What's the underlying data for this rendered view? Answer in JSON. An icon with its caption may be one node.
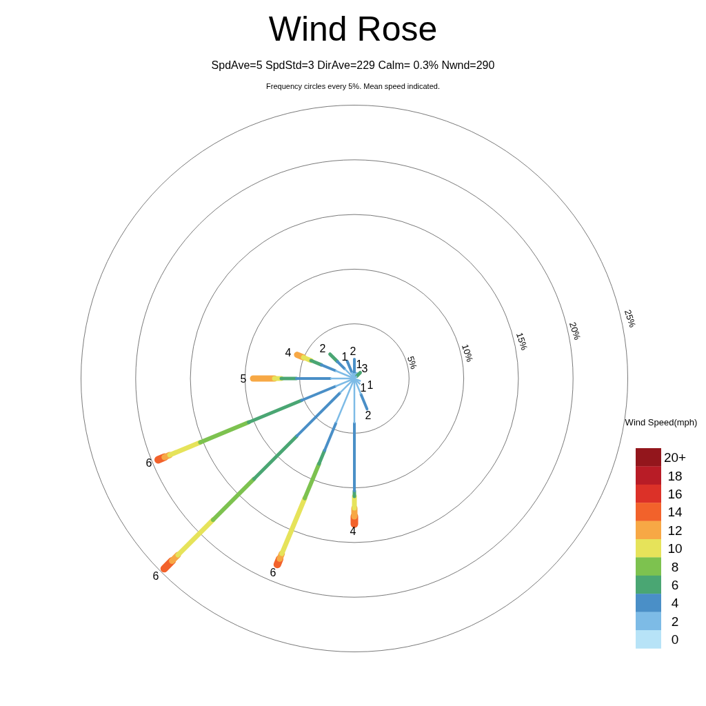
{
  "diagram": {
    "title": "Wind Rose",
    "labels": [
      "SpdAve=5  SpdStd=3  DirAve=229   Calm= 0.3%  Nwnd=290",
      "Frequency circles every 5%. Mean speed indicated.",
      "25%",
      "20%",
      "15%",
      "10%",
      "5%",
      "4",
      "2",
      "1",
      "2",
      "1",
      "3",
      "5",
      "1",
      "1",
      "2",
      "Wind Speed(mph)",
      "6",
      "4",
      "6",
      "6"
    ],
    "legend": [
      {
        "text": "20+",
        "color": "#93161c"
      },
      {
        "text": "18",
        "color": "#b81c26"
      },
      {
        "text": "16",
        "color": "#dc3128"
      },
      {
        "text": "14",
        "color": "#f2622b"
      },
      {
        "text": "12",
        "color": "#f7a845"
      },
      {
        "text": "10",
        "color": "#e6e35a"
      },
      {
        "text": "8",
        "color": "#7dc24f"
      },
      {
        "text": "6",
        "color": "#4aa673"
      },
      {
        "text": "4",
        "color": "#4a8fc7"
      },
      {
        "text": "2",
        "color": "#7dbbe6"
      },
      {
        "text": "0",
        "color": "#b7e3f7"
      }
    ]
  }
}
